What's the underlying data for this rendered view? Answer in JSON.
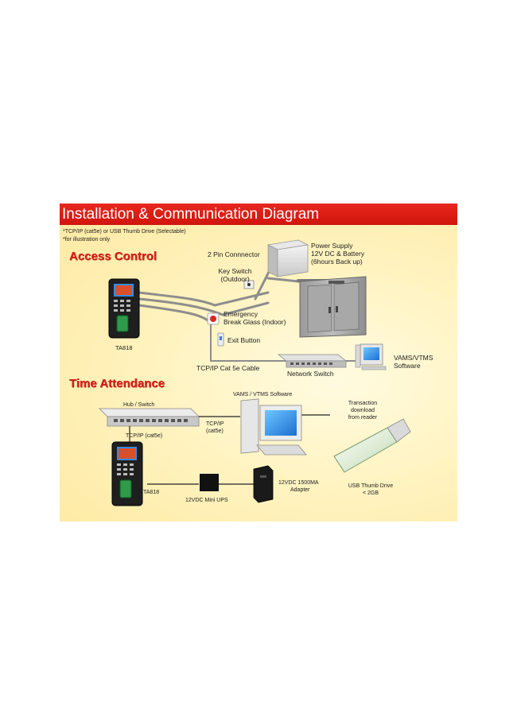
{
  "title": "Installation & Communication Diagram",
  "notes": [
    "*TCP/IP (cat5e) or USB Thumb Drive (Selectable)",
    "*for illustration only"
  ],
  "sections": {
    "access_control": "Access Control",
    "time_attendance": "Time Attendance"
  },
  "labels": {
    "ta818_top": "TA818",
    "two_pin": "2 Pin Connnector",
    "power_supply": [
      "Power Supply",
      "12V DC & Battery",
      "(6hours Back up)"
    ],
    "key_switch": [
      "Key Switch",
      "(Outdoor)"
    ],
    "emergency": [
      "Emergency",
      "Break Glass (Indoor)"
    ],
    "exit_button": "Exit Button",
    "tcpip_cable": "TCP/IP Cat 5e Cable",
    "network_switch": "Network Switch",
    "vams_vtms_top": [
      "VAMS/VTMS",
      "Software"
    ],
    "hub_switch": "Hub / Switch",
    "vams_vtms_mid": "VAMS / VTMS  Software",
    "tcpip_mid": [
      "TCP/IP",
      "(cat5e)"
    ],
    "tcpip_low": "TCP/IP (cat5e)",
    "transaction": [
      "Transaction",
      "download",
      "from reader"
    ],
    "ta818_bottom": "TA818",
    "mini_ups": "12VDC Mini UPS",
    "adapter": [
      "12VDC 1500MA",
      "Adapter"
    ],
    "usb_drive": [
      "USB Thumb Drive",
      "< 2GB"
    ]
  }
}
